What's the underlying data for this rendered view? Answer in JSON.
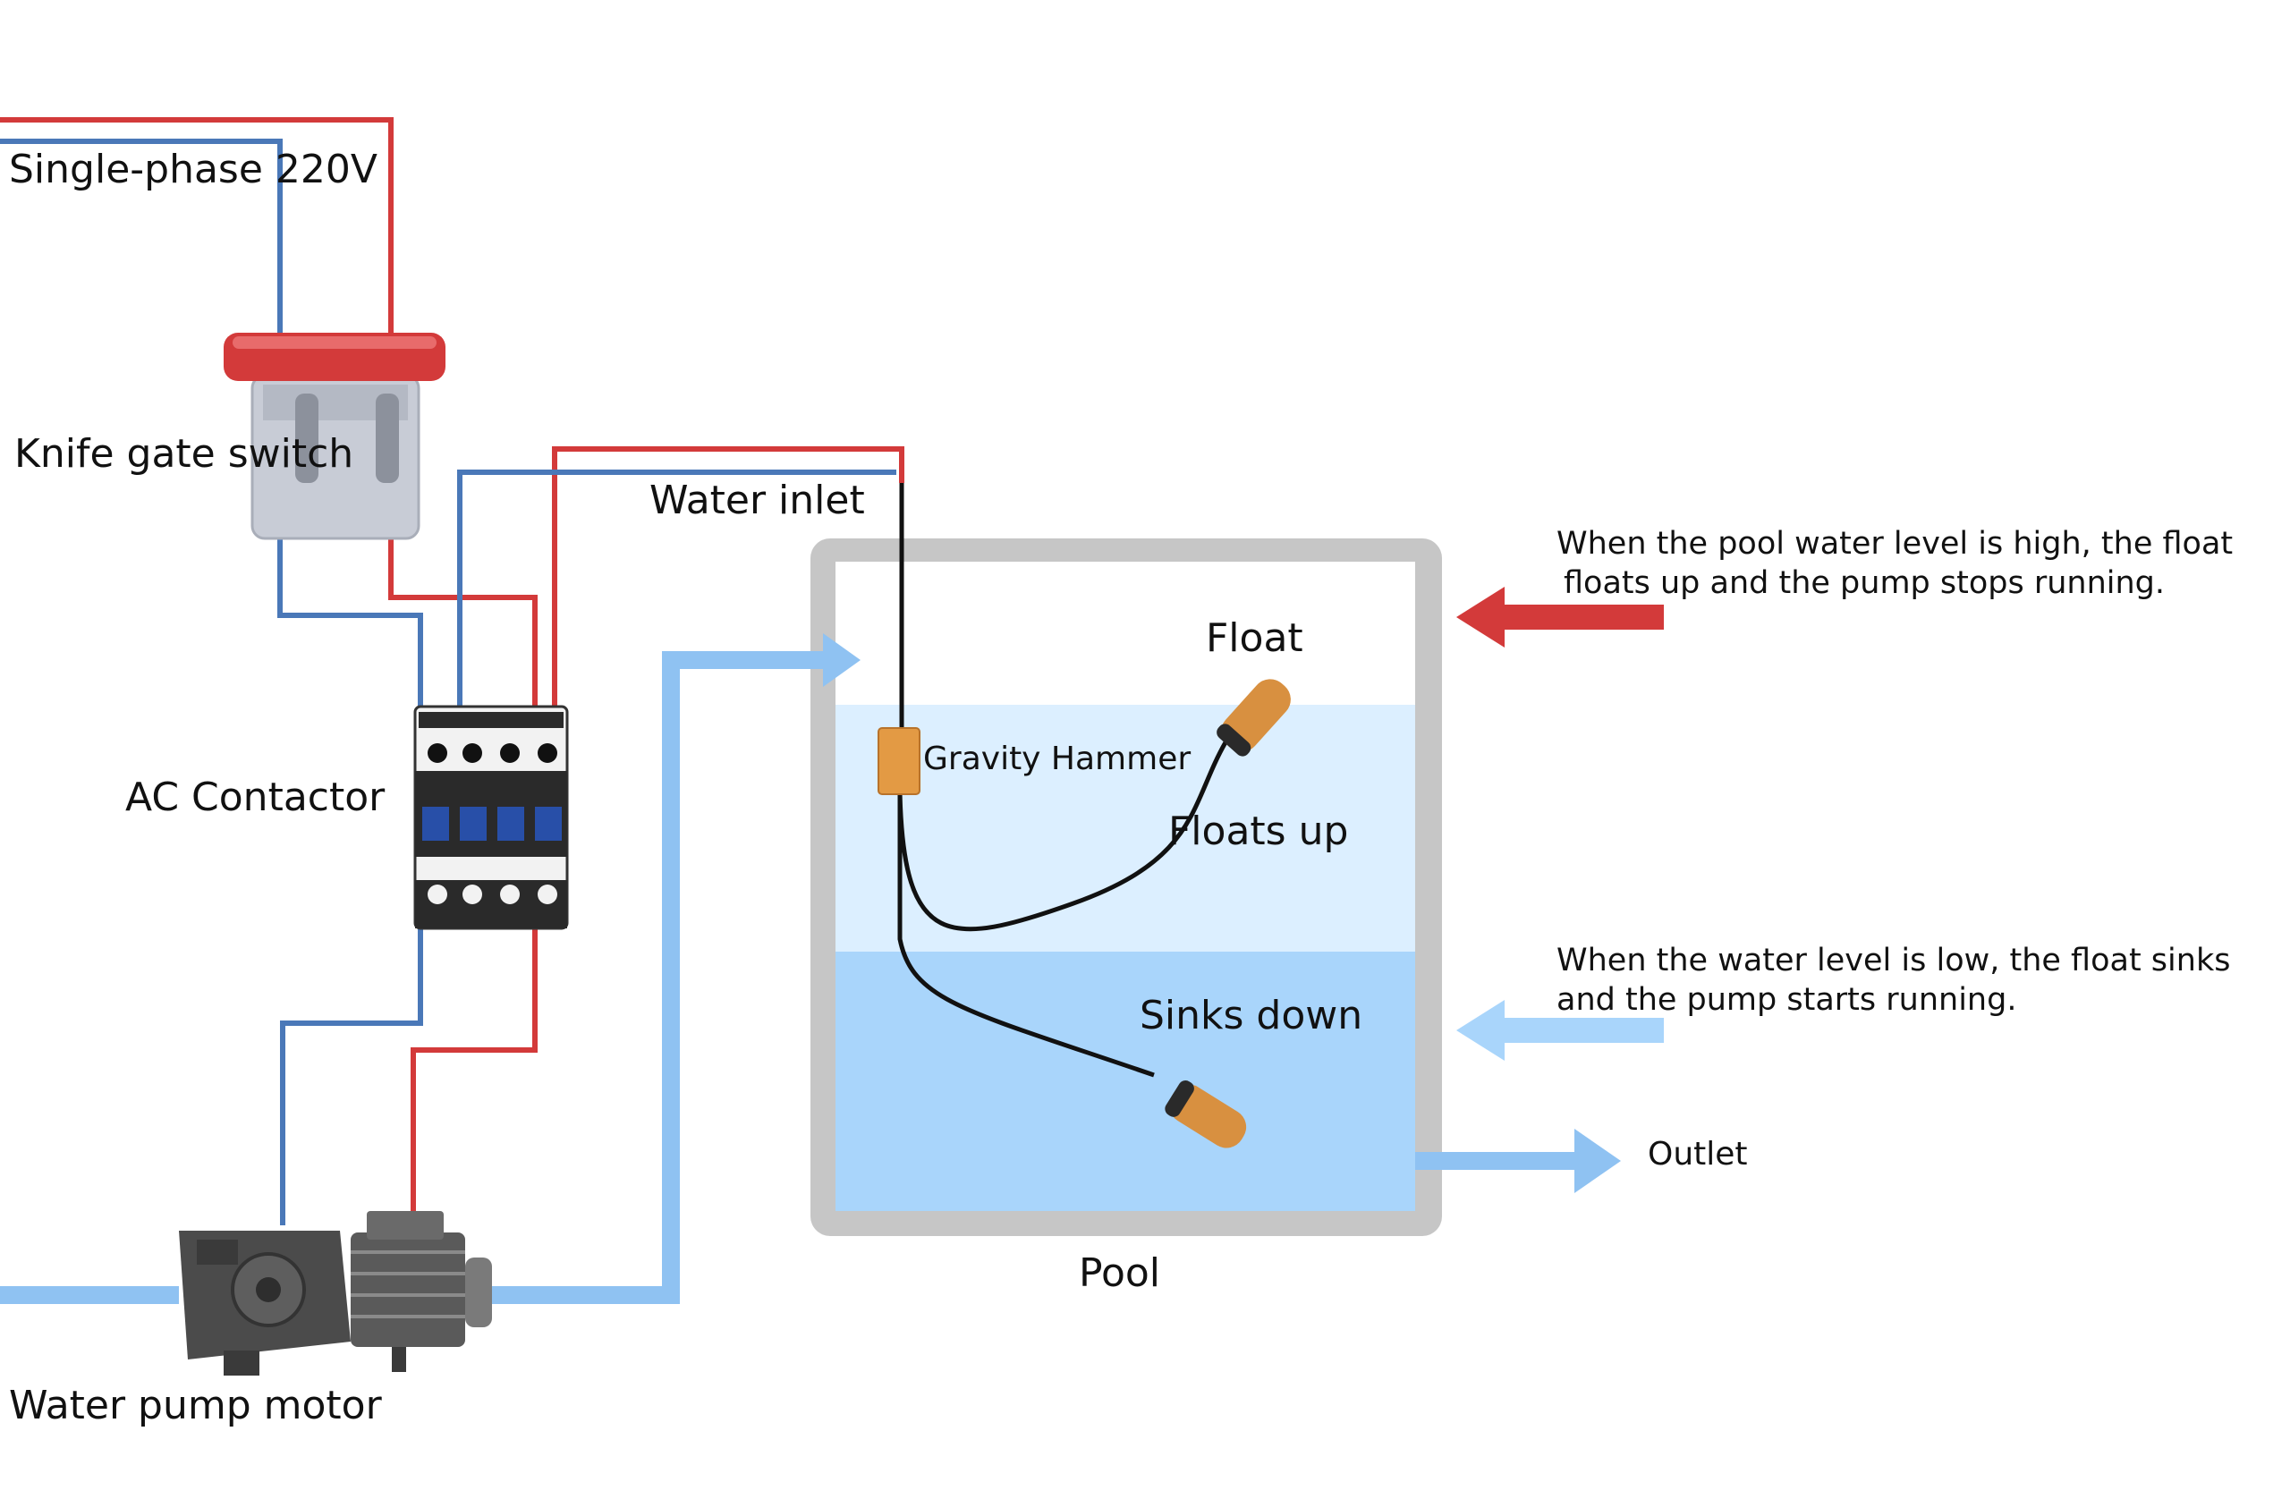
{
  "labels": {
    "power_supply": "Single-phase 220V",
    "knife_switch": "Knife gate switch",
    "contactor": "AC Contactor",
    "pump_motor": "Water pump motor",
    "water_inlet": "Water inlet",
    "float": "Float",
    "gravity_hammer": "Gravity Hammer",
    "floats_up": "Floats up",
    "sinks_down": "Sinks down",
    "pool": "Pool",
    "outlet": "Outlet"
  },
  "notes": {
    "high_line1": "When the pool water level is high, the float",
    "high_line2": "floats up and the pump stops running.",
    "low_line1": "When the water level is low, the float sinks",
    "low_line2": "and the pump starts running."
  },
  "colors": {
    "live_wire": "#d33a3a",
    "neutral_wire": "#4a78b8",
    "water_pipe": "#8fc2f2",
    "pool_wall": "#c4c4c4",
    "water_high": "#dcefff",
    "water_low": "#a9d5fb",
    "float_body": "#d89040"
  }
}
